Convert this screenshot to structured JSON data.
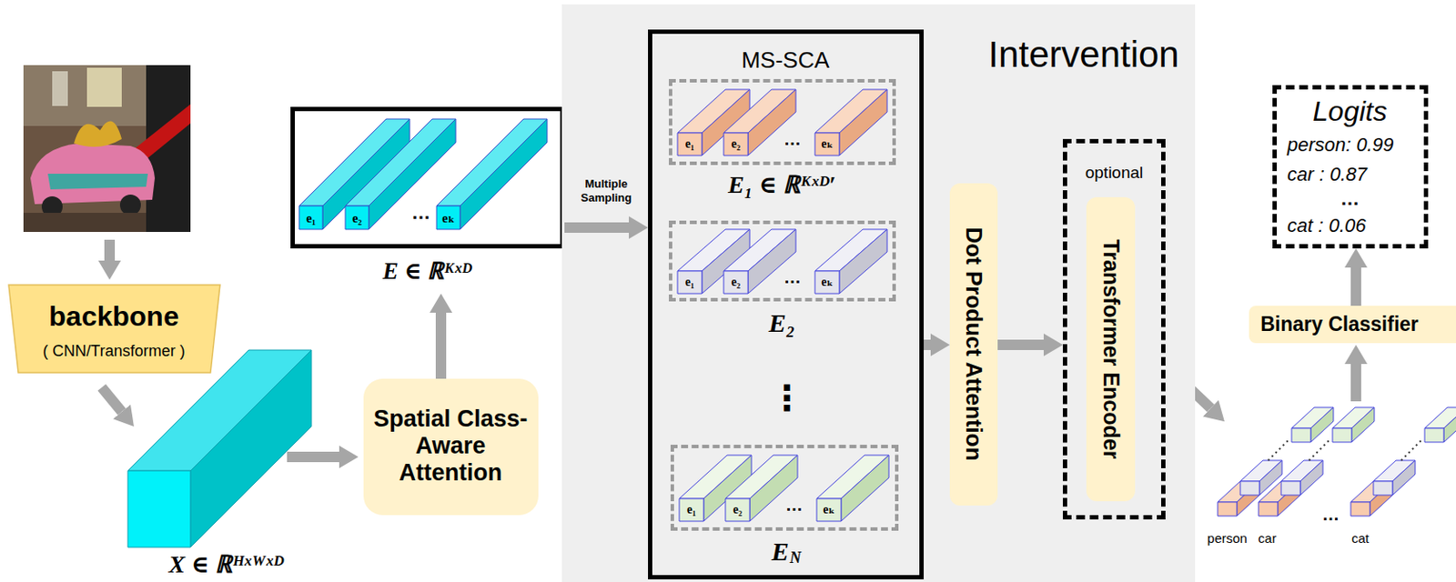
{
  "diagram": {
    "nodes": [
      {
        "text": [
          "backbone",
          "( CNN/Transformer )"
        ]
      },
      {
        "text": [
          "Spatial Class-Aware Attention"
        ]
      },
      {
        "text": [
          "e₁",
          "e₂",
          "…",
          "eₖ",
          "E ∈ ℝᴷˣᴰ"
        ]
      },
      {
        "text": [
          "Intervention"
        ]
      },
      {
        "text": [
          "MS-SCA"
        ],
        "in": 3
      },
      {
        "text": [
          "e₁",
          "e₂",
          "…",
          "eₖ",
          "E₁ ∈ ℝᴷˣᴰ′"
        ],
        "in": 4
      },
      {
        "text": [
          "e₁",
          "e₂",
          "…",
          "eₖ",
          "E₂"
        ],
        "in": 4
      },
      {
        "text": [
          "e₁",
          "e₂",
          "…",
          "eₖ",
          "E",
          "N"
        ],
        "in": 4
      },
      {
        "text": [
          "Dot Product Attention"
        ],
        "in": 3
      },
      {
        "text": [
          "optional"
        ],
        "in": 3
      },
      {
        "text": [
          "Transformer Encoder"
        ],
        "in": 9
      },
      {
        "text": [
          "Binary Classifier"
        ]
      },
      {
        "text": [
          "Logits",
          "person: 0.99",
          "car : 0.87",
          "…",
          "cat : 0.06"
        ]
      }
    ],
    "edges": [
      {
        "from": 1,
        "to": 2,
        "arrow": "to"
      },
      {
        "from": 2,
        "to": 4,
        "label": "Multiple Sampling",
        "arrow": "to"
      },
      {
        "from": 4,
        "to": 8,
        "arrow": "to"
      },
      {
        "from": 8,
        "to": 9,
        "arrow": "to"
      },
      {
        "from": 11,
        "to": 12,
        "arrow": "to"
      }
    ],
    "labels": [
      "X ∈ ℝᴴˣᵂˣᴰ",
      "⋮",
      "person",
      "car",
      "…",
      "cat"
    ]
  }
}
